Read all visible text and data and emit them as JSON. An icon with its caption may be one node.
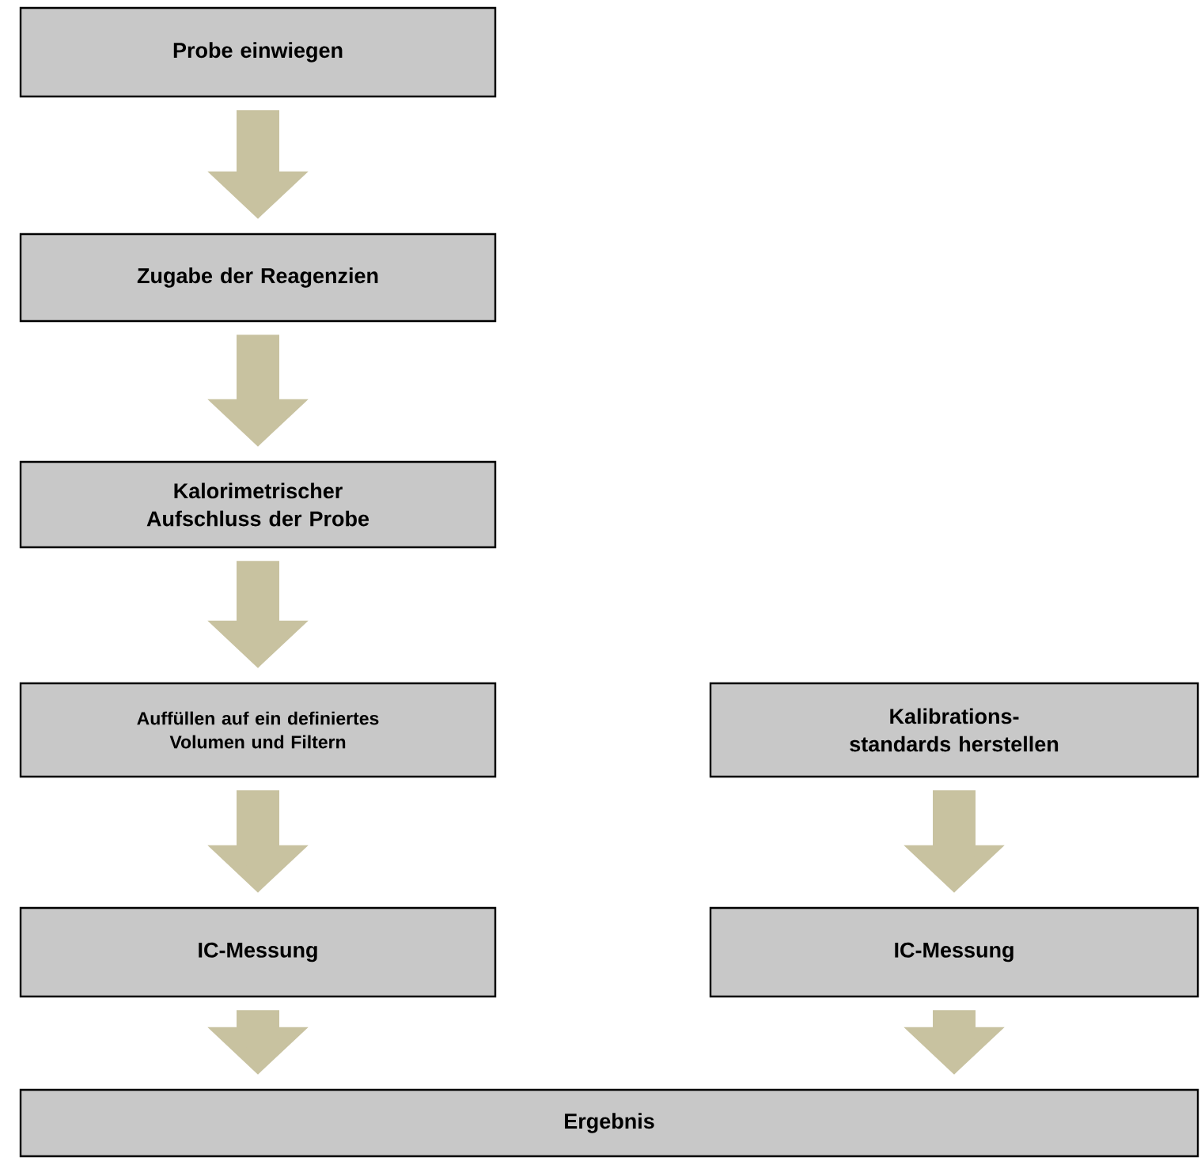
{
  "diagram": {
    "nodes": [
      {
        "text": [
          "Probe einwiegen"
        ]
      },
      {
        "text": [
          "Zugabe der Reagenzien"
        ]
      },
      {
        "text": [
          "Kalorimetrischer Aufschluss der Probe"
        ]
      },
      {
        "text": [
          "Auffüllen auf ein definiertes Volumen und Filtern"
        ]
      },
      {
        "text": [
          "Kalibrations- standards herstellen"
        ]
      },
      {
        "text": [
          "IC-Messung"
        ]
      },
      {
        "text": [
          "IC-Messung"
        ]
      },
      {
        "text": [
          "Ergebnis"
        ]
      }
    ],
    "edges": [
      {
        "from": 0,
        "to": 1,
        "arrow": "to"
      },
      {
        "from": 1,
        "to": 2,
        "arrow": "to"
      },
      {
        "from": 2,
        "to": 3,
        "arrow": "to"
      },
      {
        "from": 3,
        "to": 5,
        "arrow": "to"
      },
      {
        "from": 4,
        "to": 6,
        "arrow": "to"
      },
      {
        "from": 5,
        "to": 7,
        "arrow": "to"
      },
      {
        "from": 6,
        "to": 7,
        "arrow": "to"
      }
    ]
  }
}
